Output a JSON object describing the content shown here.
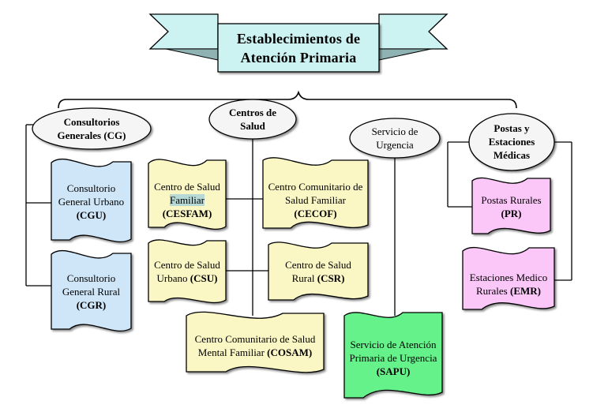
{
  "title": {
    "line1": "Establecimientos de",
    "line2": "Atención Primaria"
  },
  "categories": [
    {
      "id": "cg",
      "line1": "Consultorios",
      "line2": "Generales (CG)"
    },
    {
      "id": "cs",
      "line1": "Centros de",
      "line2": "Salud"
    },
    {
      "id": "su",
      "line1": "Servicio de",
      "line2": "Urgencia"
    },
    {
      "id": "pem",
      "line1": "Postas y",
      "line2": "Estaciones",
      "line3": "Médicas"
    }
  ],
  "establishments": {
    "cgu": {
      "line1": "Consultorio",
      "line2": "General Urbano",
      "code": "(CGU)"
    },
    "cgr": {
      "line1": "Consultorio",
      "line2": "General Rural",
      "code": "(CGR)"
    },
    "cesfam": {
      "line1": "Centro de Salud",
      "line2": "Familiar",
      "code": "(CESFAM)"
    },
    "cecof": {
      "line1": "Centro Comunitario de",
      "line2": "Salud Familiar",
      "code": "(CECOF)"
    },
    "csu": {
      "line1": "Centro de Salud",
      "line2": "Urbano",
      "code": "(CSU)"
    },
    "csr": {
      "line1": "Centro de Salud",
      "line2": "Rural",
      "code": "(CSR)"
    },
    "cosam": {
      "line1": "Centro Comunitario de Salud",
      "line2": "Mental Familiar",
      "code": "(COSAM)"
    },
    "sapu": {
      "line1": "Servicio de Atención",
      "line2": "Primaria de Urgencia",
      "code": "(SAPU)"
    },
    "pr": {
      "line1": "Postas Rurales",
      "code": "(PR)"
    },
    "emr": {
      "line1": "Estaciones Medico",
      "line2": "Rurales",
      "code": "(EMR)"
    }
  },
  "colors": {
    "title_fill": "#ccf2f2",
    "oval_fill": "#f5f5f5",
    "consultorio_fill": "#cfe6f8",
    "centro_fill": "#fbf7c4",
    "sapu_fill": "#66f28a",
    "posta_fill": "#fbc6f8",
    "line": "#000000"
  }
}
